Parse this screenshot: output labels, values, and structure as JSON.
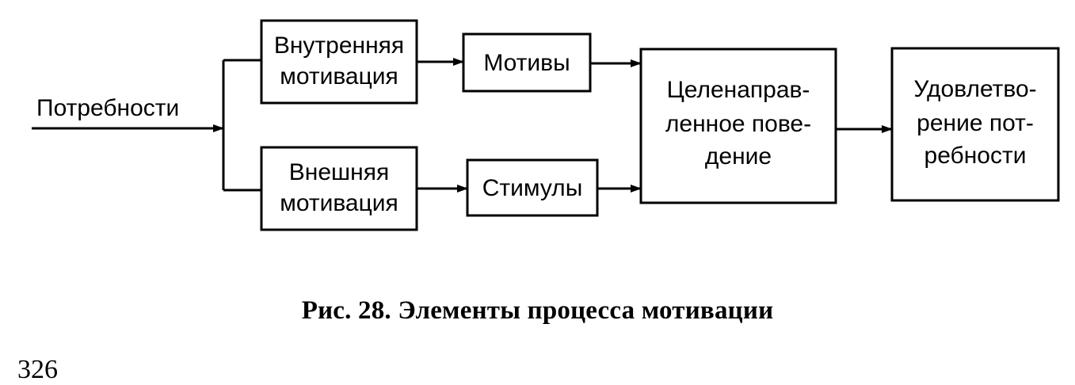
{
  "diagram": {
    "input_label": "Потребности",
    "nodes": {
      "internal_motivation": [
        "Внутренняя",
        "мотивация"
      ],
      "motives": [
        "Мотивы"
      ],
      "external_motivation": [
        "Внешняя",
        "мотивация"
      ],
      "stimuli": [
        "Стимулы"
      ],
      "goal_behavior": [
        "Целенаправ-",
        "ленное пове-",
        "дение"
      ],
      "satisfaction": [
        "Удовлетво-",
        "рение пот-",
        "ребности"
      ]
    }
  },
  "caption": "Рис. 28. Элементы процесса мотивации",
  "page_number": "326"
}
